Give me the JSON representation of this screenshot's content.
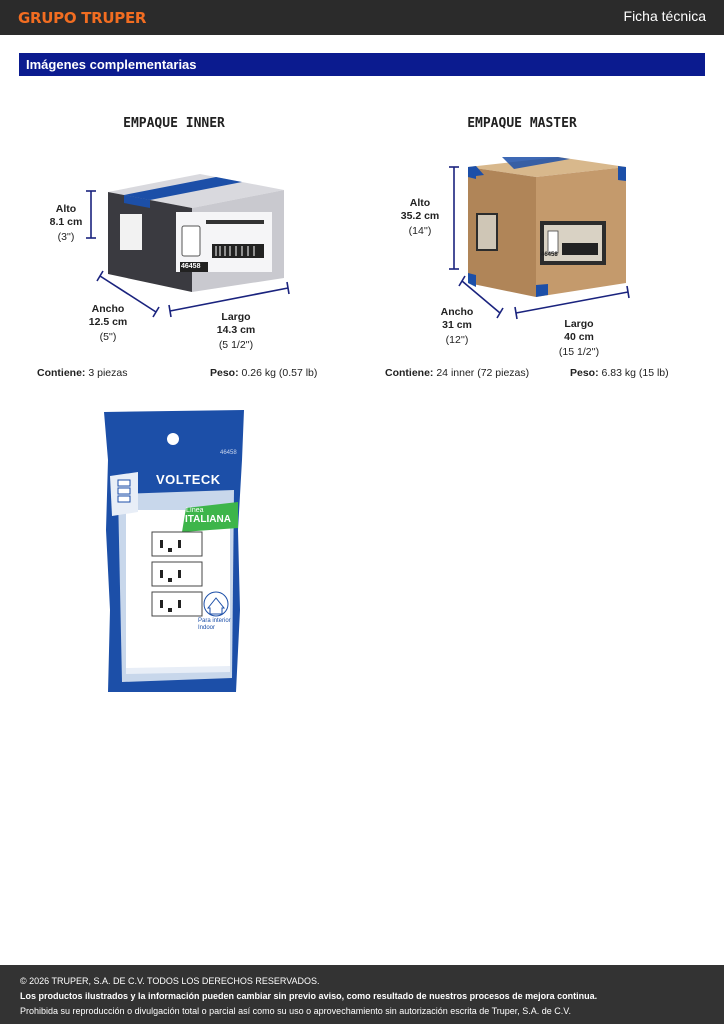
{
  "header": {
    "logo": "GRUPO TRUPER",
    "doc_type": "Ficha técnica"
  },
  "section": {
    "title": "Imágenes complementarias"
  },
  "inner": {
    "title": "EMPAQUE INNER",
    "alto": {
      "label": "Alto",
      "value": "8.1 cm",
      "imperial": "(3'')"
    },
    "ancho": {
      "label": "Ancho",
      "value": "12.5 cm",
      "imperial": "(5'')"
    },
    "largo": {
      "label": "Largo",
      "value": "14.3 cm",
      "imperial": "(5 1/2'')"
    },
    "contiene_label": "Contiene:",
    "contiene_value": "3 piezas",
    "peso_label": "Peso:",
    "peso_value": "0.26 kg (0.57 lb)",
    "box_code": "46458"
  },
  "master": {
    "title": "EMPAQUE MASTER",
    "alto": {
      "label": "Alto",
      "value": "35.2 cm",
      "imperial": "(14'')"
    },
    "ancho": {
      "label": "Ancho",
      "value": "31 cm",
      "imperial": "(12'')"
    },
    "largo": {
      "label": "Largo",
      "value": "40 cm",
      "imperial": "(15 1/2'')"
    },
    "contiene_label": "Contiene:",
    "contiene_value": "24 inner (72 piezas)",
    "peso_label": "Peso:",
    "peso_value": "6.83 kg (15 lb)",
    "box_code": "46458"
  },
  "product": {
    "code": "46458",
    "brand": "VOLTECK",
    "line_label": "Línea",
    "line_name": "ITALIANA",
    "usage_es": "Para interior",
    "usage_en": "Indoor"
  },
  "colors": {
    "header_bg": "#2b2b2b",
    "logo": "#f26d21",
    "section_bar": "#0b1b8f",
    "footer_bg": "#333333",
    "dim_line": "#1a237e",
    "package_blue": "#1c4fa8",
    "package_green": "#3db54a",
    "carton": "#c49a6c"
  },
  "footer": {
    "copyright": "© 2026 TRUPER, S.A. DE C.V. TODOS LOS DERECHOS RESERVADOS.",
    "notice": "Los productos ilustrados y la información pueden cambiar sin previo aviso, como resultado de nuestros procesos de mejora continua.",
    "prohibition": "Prohibida su reproducción o divulgación total o parcial así como su uso o aprovechamiento sin autorización escrita de Truper, S.A. de C.V."
  }
}
